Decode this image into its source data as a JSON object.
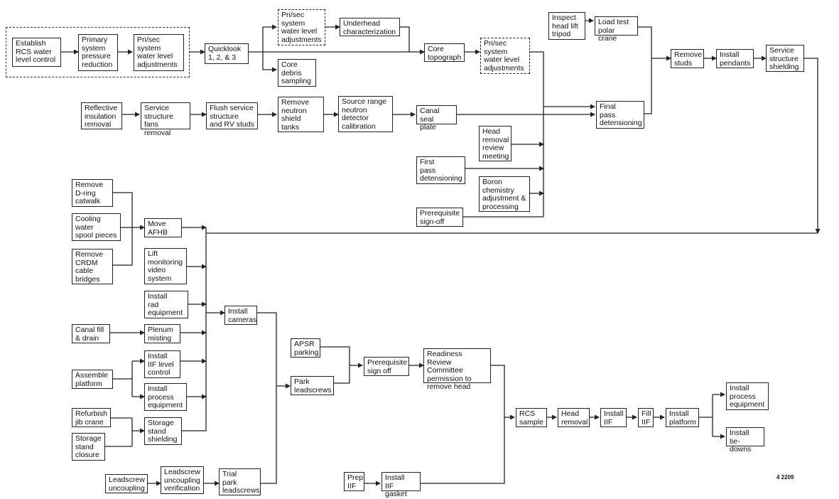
{
  "boxes": {
    "establish_rcs": "Establish\nRCS water\nlevel control",
    "primary_pressure": "Primary\nsystem\npressure\nreduction",
    "prisec_wl_1": "Pri/sec\nsystem\nwater level\nadjustments",
    "quicklook": "Quicklook\n1, 2, & 3",
    "prisec_wl_2": "Pri/sec\nsystem\nwater level\nadjustments",
    "underhead_char": "Underhead\ncharacterization",
    "core_debris": "Core\ndebris\nsampling",
    "core_topograph": "Core\ntopograph",
    "prisec_wl_3": "Pri/sec\nsystem\nwater level\nadjustments",
    "inspect_tripod": "Inspect\nhead lift\ntripod",
    "load_test_crane": "Load test\npolar crane",
    "remove_studs": "Remove\nstuds",
    "install_pendants": "Install\npendants",
    "service_struct_shield": "Service\nstructure\nshielding",
    "reflective_insul": "Reflective\ninsulation\nremoval",
    "service_fans": "Service\nstructure\nfans removal",
    "flush_service": "Flush service\nstructure\nand RV studs",
    "remove_neutron_shield": "Remove\nneutron\nshield\ntanks",
    "source_range": "Source range\nneutron\ndetector\ncalibration",
    "canal_seal": "Canal seal\nplate",
    "final_pass": "Final\npass\ndetensioning",
    "head_removal_review": "Head\nremoval\nreview\nmeeting",
    "first_pass": "First\npass\ndetensioning",
    "boron_chem": "Boron\nchemistry\nadjustment &\nprocessing",
    "prereq_signoff_1": "Prerequisite\nsign-off",
    "remove_dring": "Remove\nD-ring\ncatwalk",
    "cooling_water": "Cooling\nwater\nspool pieces",
    "remove_crdm": "Remove\nCRDM\ncable\nbridges",
    "move_afhb": "Move\nAFHB",
    "lift_monitoring": "Lift\nmonitoring\nvideo\nsystem",
    "install_rad": "Install\nrad\nequipment",
    "canal_fill": "Canal fill\n& drain",
    "plenum_misting": "Plenum\nmisting",
    "assemble_platform": "Assemble\nplatform",
    "install_iif_level": "Install\nIIF level\ncontrol",
    "install_process_1": "Install\nprocess\nequipment",
    "refurbish_jib": "Refurbish\njib crane",
    "storage_closure": "Storage\nstand\nclosure",
    "storage_shielding": "Storage\nstand\nshielding",
    "install_cameras": "Install\ncameras",
    "leadscrew_uncoupling": "Leadscrew\nuncoupling",
    "leadscrew_verif": "Leadscrew\nuncoupling\nverification",
    "trial_park": "Trial\npark\nleadscrews",
    "apsr_parking": "APSR\nparking",
    "park_leadscrews": "Park\nleadscrews",
    "prereq_signoff_2": "Prerequisite\nsign off",
    "readiness_review": "Readiness Review\nCommittee\npermission to\nremove head",
    "rcs_sample": "RCS\nsample",
    "head_removal": "Head\nremoval",
    "install_iif": "Install\nIIF",
    "fill_iif": "Fill\nIIF",
    "install_platform": "Install\nplatform",
    "install_process_2": "Install\nprocess\nequipment",
    "install_tiedowns": "Install\ntie-downs",
    "prep_iif": "Prep\nIIF",
    "install_iif_gasket": "Install\nIIF gasket"
  },
  "figure_number": "4 2209"
}
